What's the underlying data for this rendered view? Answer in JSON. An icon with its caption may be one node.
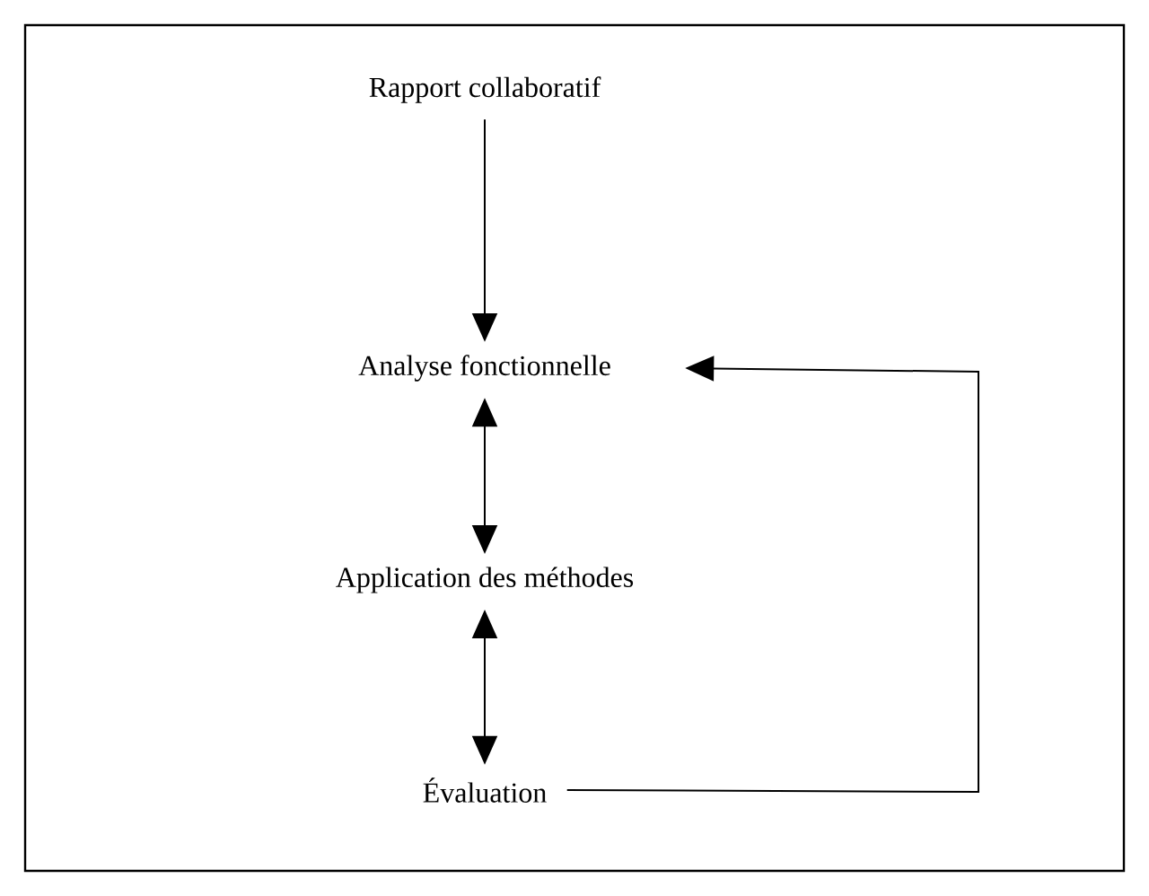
{
  "diagram": {
    "nodes": [
      {
        "text": [
          "Rapport collaboratif"
        ]
      },
      {
        "text": [
          "Analyse fonctionnelle"
        ]
      },
      {
        "text": [
          "Application des méthodes"
        ]
      },
      {
        "text": [
          "Évaluation"
        ]
      }
    ],
    "edges": [
      {
        "from": 0,
        "to": 1,
        "arrow": "to"
      },
      {
        "from": 1,
        "to": 2,
        "arrow": "both"
      },
      {
        "from": 2,
        "to": 3,
        "arrow": "both"
      },
      {
        "from": 3,
        "to": 1,
        "arrow": "to"
      }
    ]
  }
}
